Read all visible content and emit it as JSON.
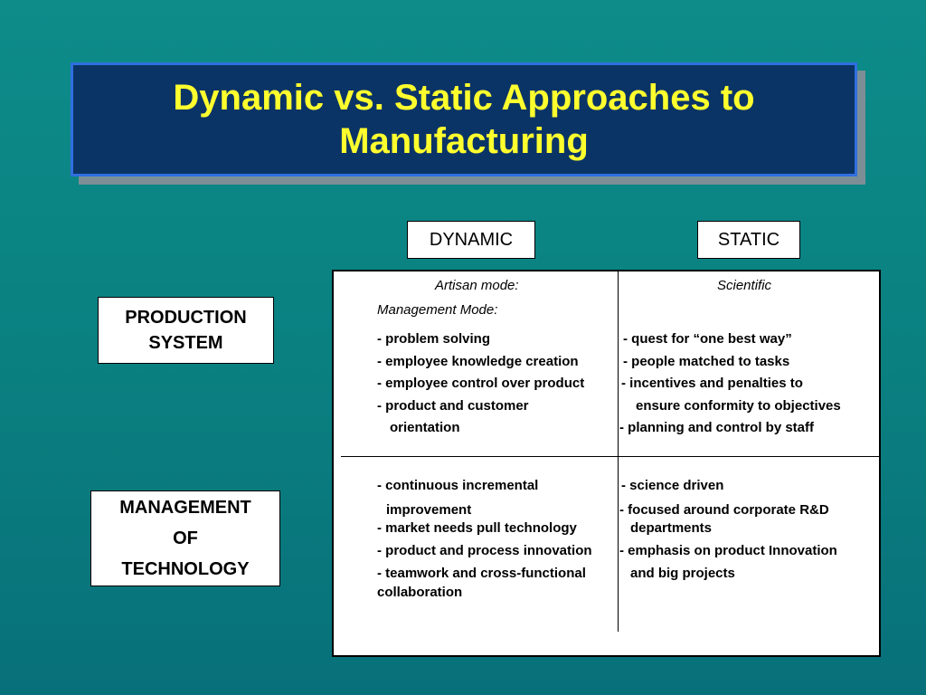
{
  "title": "Dynamic vs. Static Approaches to Manufacturing",
  "columns": {
    "dynamic": "DYNAMIC",
    "static": "STATIC"
  },
  "rows": {
    "production_label_1": "PRODUCTION",
    "production_label_2": "SYSTEM",
    "management_label_1": "MANAGEMENT",
    "management_label_2": "OF",
    "management_label_3": "TECHNOLOGY"
  },
  "production": {
    "dynamic_heading_1": "Artisan mode:",
    "dynamic_heading_2": "Management Mode:",
    "static_heading": "Scientific",
    "dynamic_items": [
      "- problem solving",
      "- employee knowledge creation",
      "- employee control over  product",
      "- product and customer",
      "orientation"
    ],
    "static_items": [
      "- quest for “one best way”",
      "- people matched to tasks",
      "- incentives and penalties to",
      "ensure conformity to objectives",
      "- planning and control by staff"
    ]
  },
  "technology": {
    "dynamic_items": [
      "- continuous incremental",
      "improvement",
      "- market needs pull technology",
      "- product and process innovation",
      "- teamwork and cross-functional",
      "collaboration"
    ],
    "static_items": [
      "- science driven",
      "- focused around corporate R&D",
      "departments",
      "- emphasis on product Innovation",
      "and big projects"
    ]
  }
}
